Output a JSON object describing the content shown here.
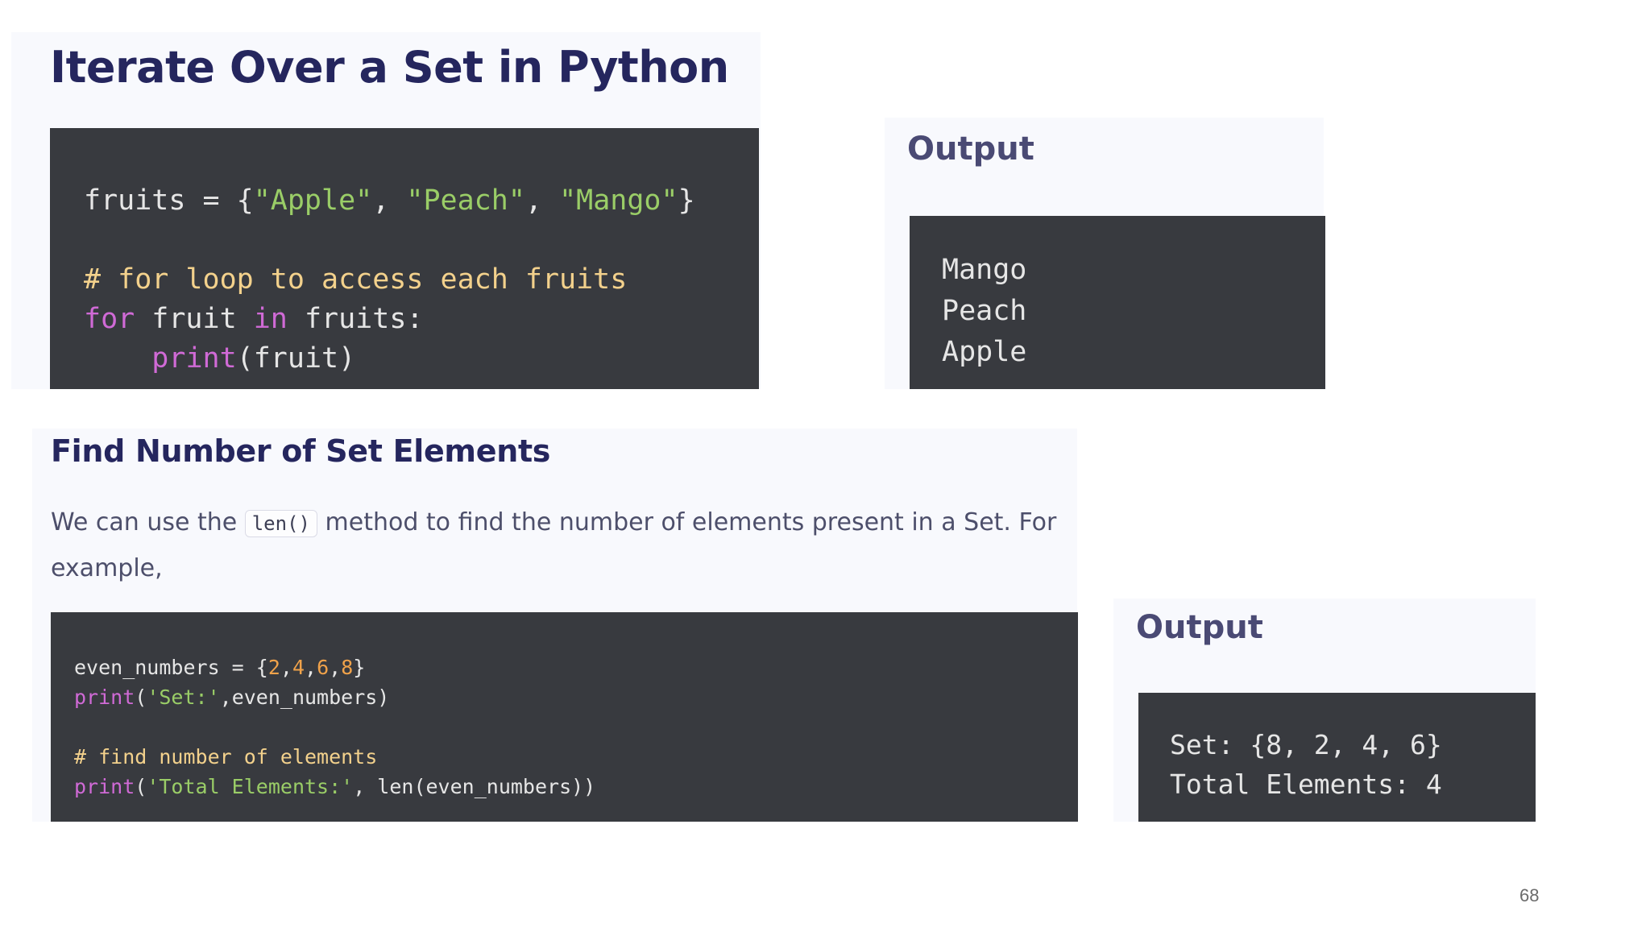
{
  "section1": {
    "title": "Iterate Over a Set in Python",
    "code": {
      "l1_a": "fruits = {",
      "l1_s1": "\"Apple\"",
      "l1_c1": ", ",
      "l1_s2": "\"Peach\"",
      "l1_c2": ", ",
      "l1_s3": "\"Mango\"",
      "l1_b": "}",
      "l3_comment": "# for loop to access each fruits",
      "l4_kw1": "for",
      "l4_mid": " fruit ",
      "l4_kw2": "in",
      "l4_end": " fruits:",
      "l5_indent": "    ",
      "l5_fn": "print",
      "l5_args": "(fruit)"
    },
    "output": {
      "title": "Output",
      "lines": [
        "Mango",
        "Peach",
        "Apple"
      ]
    }
  },
  "section2": {
    "title": "Find Number of Set Elements",
    "paragraph_before": "We can use the ",
    "inline_code": "len()",
    "paragraph_after": " method to find the number of elements present in a Set. For example,",
    "code": {
      "l1_a": "even_numbers = {",
      "n1": "2",
      "n2": "4",
      "n3": "6",
      "n4": "8",
      "comma": ",",
      "l1_b": "}",
      "l2_fn": "print",
      "l2_open": "(",
      "l2_str": "'Set:'",
      "l2_rest": ",even_numbers)",
      "l4_comment": "# find number of elements",
      "l5_fn": "print",
      "l5_open": "(",
      "l5_str": "'Total Elements:'",
      "l5_rest": ", len(even_numbers))"
    },
    "output": {
      "title": "Output",
      "lines": [
        "Set: {8, 2, 4, 6}",
        "Total Elements: 4"
      ]
    }
  },
  "page_number": "68",
  "colors": {
    "heading": "#25265e",
    "code_background": "#383a3f",
    "panel_background": "#f8f9fd",
    "string": "#9acd67",
    "comment": "#f3d18c",
    "keyword": "#d06ad6",
    "number": "#f0a24a"
  }
}
